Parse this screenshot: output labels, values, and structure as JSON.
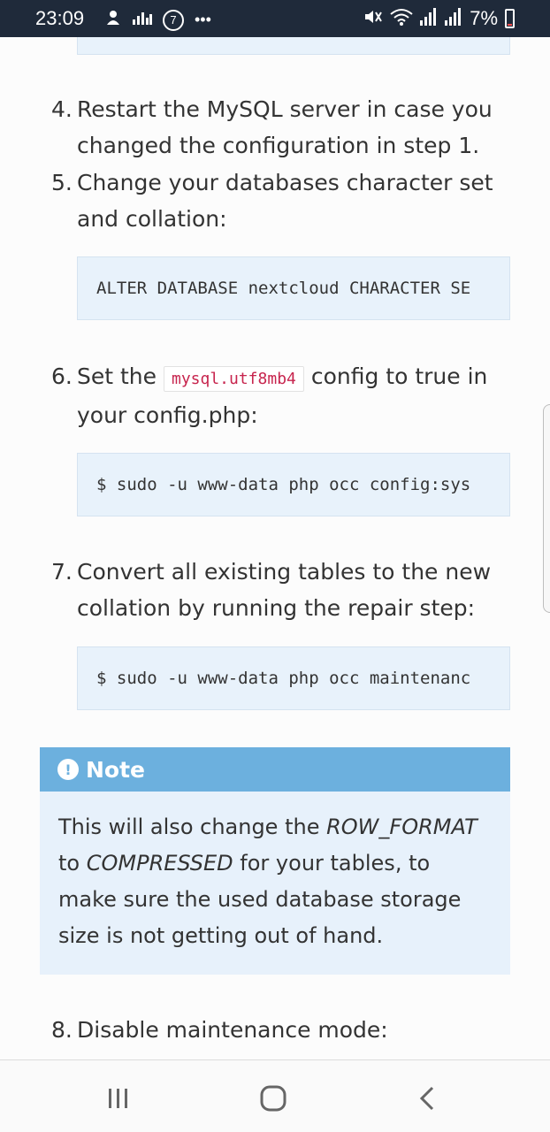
{
  "status_bar": {
    "time": "23:09",
    "notification_count": "7",
    "more": "•••",
    "battery_percent": "7%",
    "icons": [
      "settings-notification-icon",
      "equalizer-icon",
      "notification-count-icon",
      "mute-icon",
      "wifi-icon",
      "signal-icon",
      "signal-icon",
      "battery-icon"
    ]
  },
  "steps": [
    {
      "number": "4.",
      "line1": "Restart the MySQL server in case you",
      "line2": "changed the configuration in step 1."
    },
    {
      "number": "5.",
      "line1": "Change your databases character set",
      "line2": "and collation:"
    },
    {
      "number": "6.",
      "pre": "Set the",
      "code": "mysql.utf8mb4",
      "post": "config to true in",
      "line2": "your config.php:"
    },
    {
      "number": "7.",
      "line1": "Convert all existing tables to the new",
      "line2": "collation by running the repair step:"
    },
    {
      "number": "8.",
      "line1": "Disable maintenance mode:"
    }
  ],
  "code_blocks": [
    "ALTER DATABASE nextcloud CHARACTER SE",
    "$ sudo -u www-data php occ config:sys",
    "$ sudo -u www-data php occ maintenanc"
  ],
  "note": {
    "icon": "!",
    "title": "Note",
    "line1_a": "This will also change the ",
    "line1_em": "ROW_FORMAT",
    "line2_a": "to ",
    "line2_em": "COMPRESSED",
    "line2_b": " for your tables, to",
    "line3": "make sure the used database storage",
    "line4": "size is not getting out of hand."
  },
  "colors": {
    "status_bar_bg": "#1f2a3a",
    "note_header_bg": "#6cb0de",
    "note_body_bg": "#e7f1fb",
    "code_bg": "#e8f2fb",
    "inline_code_fg": "#c7254e"
  }
}
